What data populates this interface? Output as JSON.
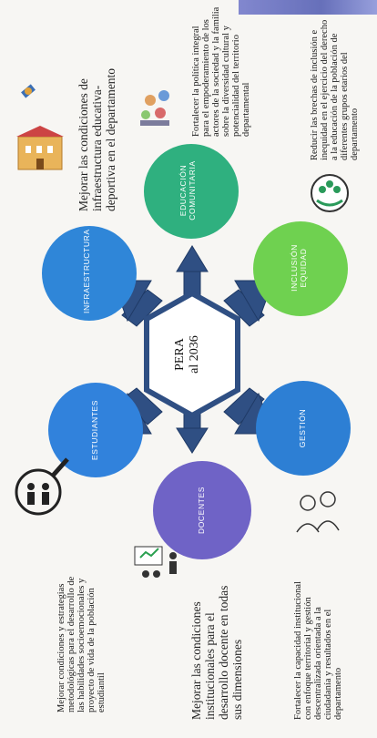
{
  "center": {
    "line1": "PERA",
    "line2": "al 2036"
  },
  "pillars": {
    "infraestructura": {
      "label": "INFRAESTRUCTURA",
      "color": "#2f86d8"
    },
    "educacion": {
      "label_line1": "EDUCACIÓN",
      "label_line2": "COMUNITARIA",
      "color": "#2fb07f"
    },
    "inclusion": {
      "label_line1": "INCLUSIÓN",
      "label_line2": "EQUIDAD",
      "color": "#6fd150"
    },
    "gestion": {
      "label": "GESTIÓN",
      "color": "#2d7fd4"
    },
    "docentes": {
      "label": "DOCENTES",
      "color": "#6f63c6"
    },
    "estudiantes": {
      "label": "ESTUDIANTES",
      "color": "#3182dc"
    }
  },
  "descriptions": {
    "infraestructura": [
      "Mejorar las condiciones de",
      "infraestructura educativa-",
      "deportiva en el departamento"
    ],
    "educacion": [
      "Fortalecer la política integral",
      "para el empoderamiento de los",
      "actores de la sociedad y la familia",
      "sobre la diversidad cultural y",
      "potencialidad del territorio",
      "departamental"
    ],
    "inclusion": [
      "Reducir las brechas de inclusión e",
      "inequidad en el ejercicio del derecho",
      "a la educación de la población de",
      "diferentes grupos etarios del",
      "departamento"
    ],
    "gestion": [
      "Fortalecer la capacidad institucional",
      "con enfoque territorial y gestión",
      "descentralizada orientada a la",
      "ciudadanía y resultados en el",
      "departamento"
    ],
    "docentes": [
      "Mejorar las condiciones",
      "institucionales para el",
      "desarrollo docente en todas",
      "sus dimensiones"
    ],
    "estudiantes": [
      "Mejorar condiciones y estrategias",
      "metodológicas para el desarrollo de",
      "las habilidades socioemocionales y",
      "proyecto de vida de la población",
      "estudiantil"
    ]
  },
  "icons": [
    "satellite-icon",
    "school-building-icon",
    "community-people-icon",
    "inclusion-group-icon",
    "officials-icon",
    "teacher-presentation-icon",
    "student-magnifier-icon"
  ],
  "arrow_color": "#2f4f83"
}
